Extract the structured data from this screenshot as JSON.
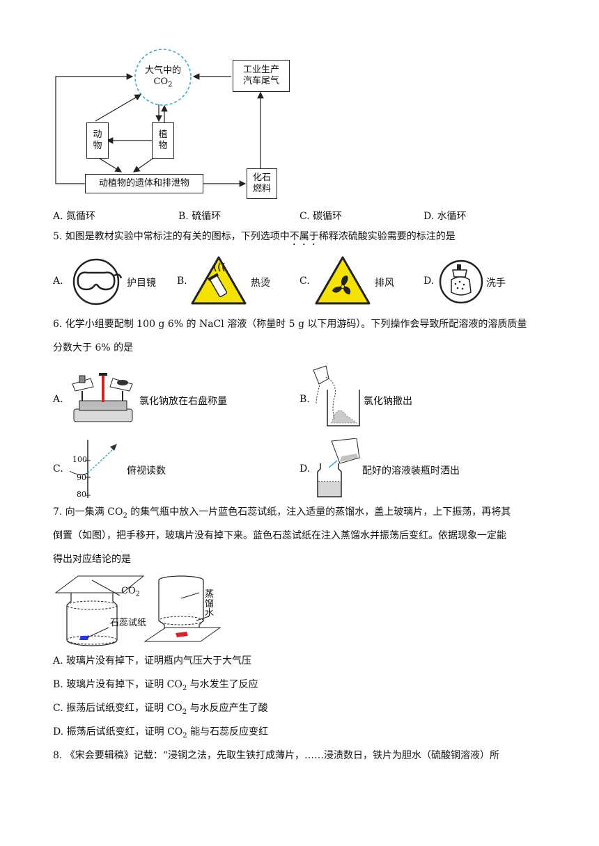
{
  "q4": {
    "diagram": {
      "co2_line1": "大气中的",
      "co2_line2": "CO",
      "co2_sub": "2",
      "industry_line1": "工业生产",
      "industry_line2": "汽车尾气",
      "animals_line1": "动",
      "animals_line2": "物",
      "plants_line1": "植",
      "plants_line2": "物",
      "remains": "动植物的遗体和排泄物",
      "fossil_line1": "化石",
      "fossil_line2": "燃料"
    },
    "options": [
      {
        "letter": "A.",
        "text": "氮循环"
      },
      {
        "letter": "B.",
        "text": "硫循环"
      },
      {
        "letter": "C.",
        "text": "碳循环"
      },
      {
        "letter": "D.",
        "text": "水循环"
      }
    ]
  },
  "q5": {
    "stem_a": "5. 如图是教材实验中常标注的有关的图标，下列选项中",
    "stem_emph": "不属于",
    "stem_b": "稀释浓硫酸实验需要的标注的是",
    "options": [
      {
        "letter": "A.",
        "icon": "goggles-icon",
        "label": "护目镜"
      },
      {
        "letter": "B.",
        "icon": "hot-surface-warning-icon",
        "label": "热烫"
      },
      {
        "letter": "C.",
        "icon": "ventilation-fan-warning-icon",
        "label": "排风"
      },
      {
        "letter": "D.",
        "icon": "hand-washing-icon",
        "label": "洗手"
      }
    ]
  },
  "q6": {
    "stem_line1": "6. 化学小组要配制 100 g 6% 的 NaCl 溶液（称量时 5 g 以下用游码）。下列操作会导致所配溶液的溶质质量",
    "stem_line2": "分数大于 6% 的是",
    "options": [
      {
        "letter": "A.",
        "text": "氯化钠放在右盘称量"
      },
      {
        "letter": "B.",
        "text": "氯化钠撒出"
      },
      {
        "letter": "C.",
        "text": "俯视读数"
      },
      {
        "letter": "D.",
        "text": "配好的溶液装瓶时洒出"
      }
    ],
    "cylinder_ticks": [
      "100",
      "90",
      "80"
    ]
  },
  "q7": {
    "stem_line1_a": "7. 向一集满 CO",
    "stem_line1_sub": "2",
    "stem_line1_b": " 的集气瓶中放入一片蓝色石蕊试纸，注入适量的蒸馏水，盖上玻璃片，上下振荡，再将其",
    "stem_line2": "倒置（如图），把手移开，玻璃片没有掉下来。蓝色石蕊试纸在注入蒸馏水并振荡后变红。依据现象一定能",
    "stem_line3": "得出对应结论的是",
    "figure": {
      "co2_label": "CO",
      "co2_sub": "2",
      "litmus_label": "石蕊试纸",
      "water_label_1": "蒸",
      "water_label_2": "馏",
      "water_label_3": "水"
    },
    "options": [
      {
        "letter": "A.",
        "text_a": "玻璃片没有掉下，证明瓶内气压大于大气压",
        "sub": "",
        "text_b": ""
      },
      {
        "letter": "B.",
        "text_a": "玻璃片没有掉下，证明 CO",
        "sub": "2",
        "text_b": " 与水发生了反应"
      },
      {
        "letter": "C.",
        "text_a": "振荡后试纸变红，证明 CO",
        "sub": "2",
        "text_b": " 与水反应产生了酸"
      },
      {
        "letter": "D.",
        "text_a": "振荡后试纸变红，证明 CO",
        "sub": "2",
        "text_b": " 能与石蕊反应变红"
      }
    ]
  },
  "q8": {
    "stem": "8. 《宋会要辑稿》记载：“浸铜之法，先取生铁打成薄片，……浸渍数日，铁片为胆水（硫酸铜溶液）所"
  },
  "colors": {
    "text": "#111111",
    "co2_circle": "#3fa9d6",
    "warning_yellow": "#f4e300",
    "litmus_blue": "#2a3bd6",
    "litmus_red": "#d8202a"
  }
}
